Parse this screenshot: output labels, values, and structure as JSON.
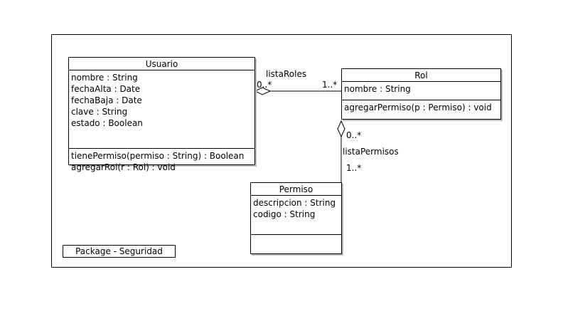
{
  "package": {
    "label": "Package - Seguridad"
  },
  "classes": {
    "usuario": {
      "name": "Usuario",
      "attributes": [
        "nombre : String",
        "fechaAlta : Date",
        "fechaBaja : Date",
        "clave : String",
        "estado : Boolean"
      ],
      "operations": [
        "tienePermiso(permiso : String) : Boolean",
        "agregarRol(r : Rol) : void"
      ]
    },
    "rol": {
      "name": "Rol",
      "attributes": [
        "nombre : String"
      ],
      "operations": [
        "agregarPermiso(p : Permiso) : void"
      ]
    },
    "permiso": {
      "name": "Permiso",
      "attributes": [
        "descripcion : String",
        "codigo : String"
      ],
      "operations": []
    }
  },
  "associations": {
    "usuario_rol": {
      "role": "listaRoles",
      "mult_usuario": "0..*",
      "mult_rol": "1..*"
    },
    "rol_permiso": {
      "role": "listaPermisos",
      "mult_rol": "0..*",
      "mult_permiso": "1..*"
    }
  }
}
